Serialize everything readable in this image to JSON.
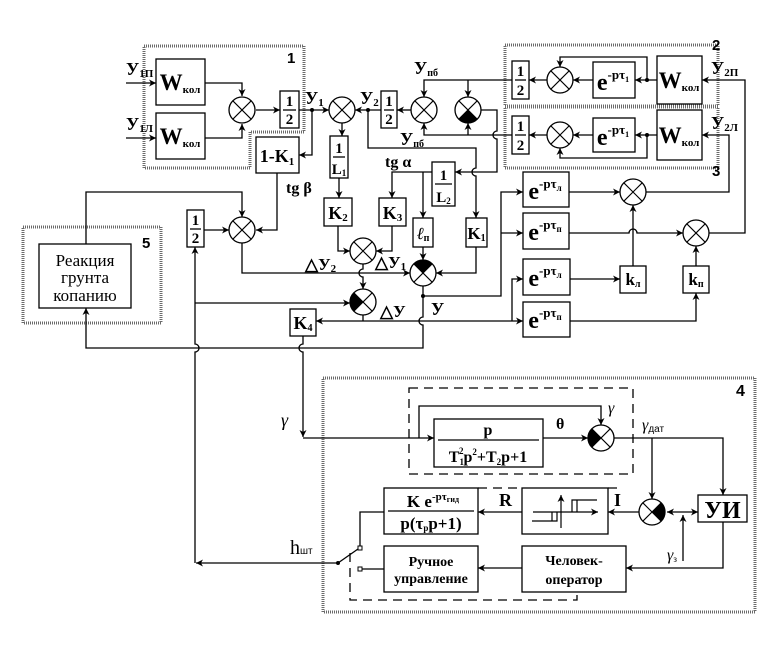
{
  "groups": {
    "g1": "1",
    "g2": "2",
    "g3": "3",
    "g4": "4",
    "g5": "5"
  },
  "blocks": {
    "w_kol_1p": {
      "main": "W",
      "sub": "кол"
    },
    "w_kol_1l": {
      "main": "W",
      "sub": "кол"
    },
    "half_1": {
      "num": "1",
      "den": "2"
    },
    "one_minus_k1": {
      "main": "1-K",
      "sub": "1"
    },
    "inv_l1": {
      "num": "1",
      "den_main": "L",
      "den_sub": "1"
    },
    "half_y2": {
      "num": "1",
      "den": "2"
    },
    "inv_l2": {
      "num": "1",
      "den_main": "L",
      "den_sub": "2"
    },
    "k2": {
      "main": "K",
      "sub": "2"
    },
    "k3": {
      "main": "K",
      "sub": "3"
    },
    "l_p": {
      "main": "ℓ",
      "sub": "п"
    },
    "k1": {
      "main": "K",
      "sub": "1"
    },
    "k4": {
      "main": "K",
      "sub": "4"
    },
    "half_left": {
      "num": "1",
      "den": "2"
    },
    "half_2": {
      "num": "1",
      "den": "2"
    },
    "delay_2": {
      "base": "e",
      "exp": "-pτ",
      "exp_sub": "1"
    },
    "w_kol_2": {
      "main": "W",
      "sub": "кол"
    },
    "half_3": {
      "num": "1",
      "den": "2"
    },
    "delay_3": {
      "base": "e",
      "exp": "-pτ",
      "exp_sub": "1"
    },
    "w_kol_3": {
      "main": "W",
      "sub": "кол"
    },
    "delay_l_1": {
      "base": "e",
      "exp": "-pτ",
      "exp_sub": "л"
    },
    "delay_p_1": {
      "base": "e",
      "exp": "-pτ",
      "exp_sub": "п"
    },
    "delay_l_2": {
      "base": "e",
      "exp": "-pτ",
      "exp_sub": "л"
    },
    "delay_p_2": {
      "base": "e",
      "exp": "-pτ",
      "exp_sub": "п"
    },
    "k_l": {
      "main": "k",
      "sub": "л"
    },
    "k_p": {
      "main": "k",
      "sub": "п"
    },
    "reaction": {
      "line1": "Реакция",
      "line2": "грунта",
      "line3": "копанию"
    },
    "sensor_tf": {
      "num": "p",
      "den": {
        "T": "T",
        "T_sub": "1",
        "T_sup": "2",
        "p": "p",
        "p_sup": "2",
        "plus_T": "+T",
        "T2_sub": "2",
        "tail": "p+1"
      }
    },
    "hydro": {
      "num_k": "K e",
      "num_exp": "-pτ",
      "num_exp_sub": "гид",
      "den_head": "p(τ",
      "den_sub": "р",
      "den_tail": "p+1)"
    },
    "relay": {
      "icon": "relay-hysteresis-icon"
    },
    "ui": "УИ",
    "manual": {
      "line1": "Ручное",
      "line2": "управление"
    },
    "operator": {
      "line1": "Человек-",
      "line2": "оператор"
    }
  },
  "signals": {
    "y1p": {
      "main": "У",
      "sub": "1П"
    },
    "y1l": {
      "main": "У",
      "sub": "1Л"
    },
    "y1": {
      "main": "У",
      "sub": "1"
    },
    "y2": {
      "main": "У",
      "sub": "2"
    },
    "ypb_top": {
      "main": "У",
      "sub": "пб"
    },
    "ypb_bottom": {
      "main": "У",
      "sub": "пб"
    },
    "y2p": {
      "main": "У",
      "sub": "2П"
    },
    "y2l": {
      "main": "У",
      "sub": "2Л"
    },
    "tg_beta": "tg β",
    "tg_alpha": "tg α",
    "dy2": {
      "main": "△У",
      "sub": "2"
    },
    "dy1": {
      "main": "△У",
      "sub": "1"
    },
    "dy": "△У",
    "y": "У",
    "gamma": "γ",
    "theta": "θ",
    "gamma_fb": "γ",
    "gamma_dat": {
      "main": "γ",
      "sub": "дат"
    },
    "R": "R",
    "I": "I",
    "gamma_z": {
      "main": "γ",
      "sub": "з"
    },
    "h_sht": {
      "main": "h",
      "sub": "шт"
    }
  }
}
